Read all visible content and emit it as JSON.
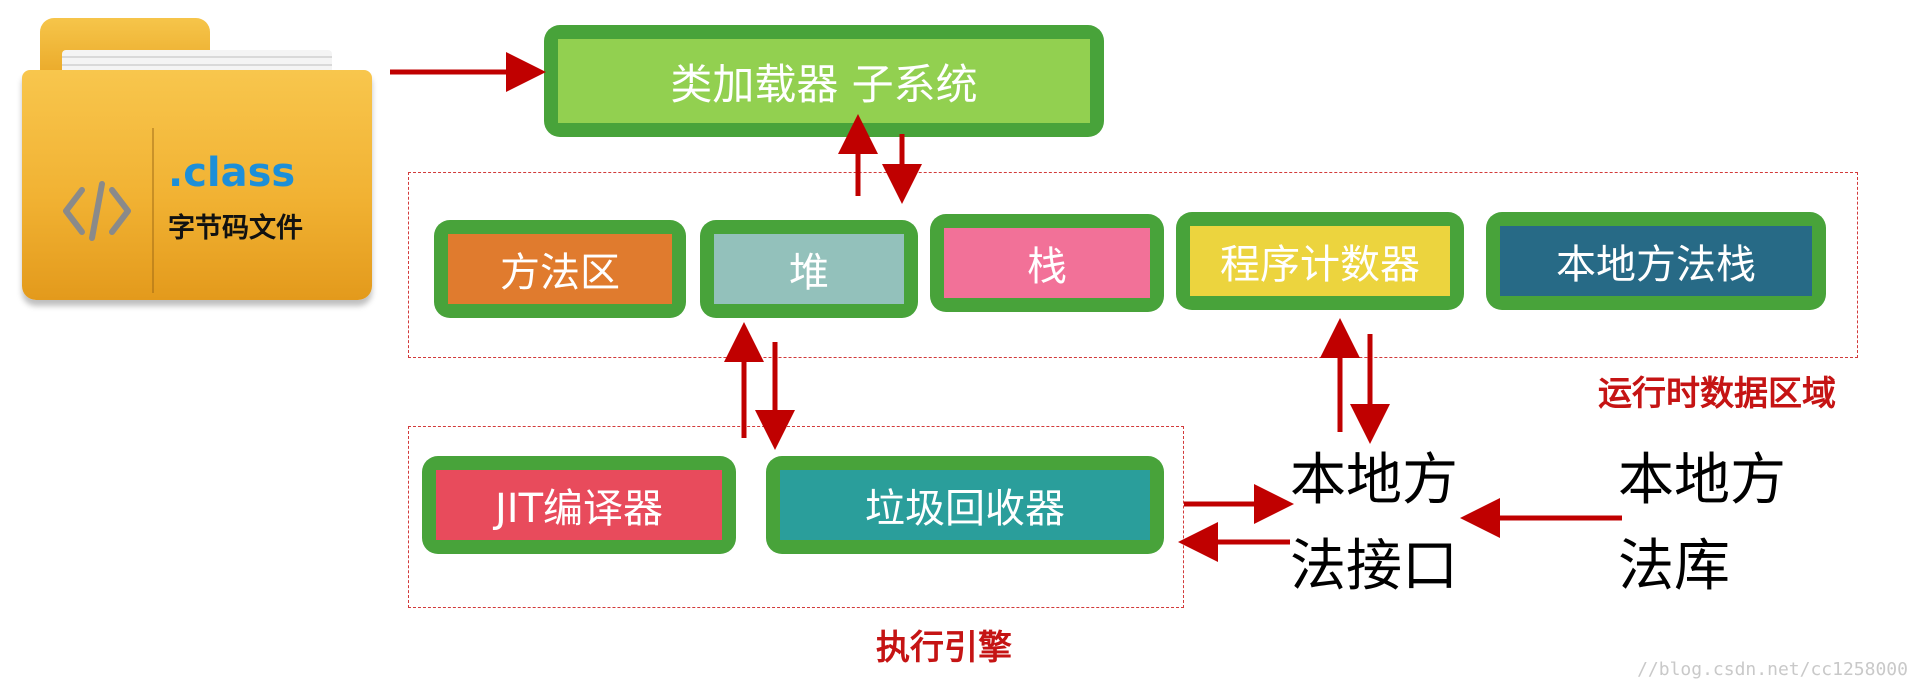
{
  "folder": {
    "ext_label": ".class",
    "sub_label": "字节码文件",
    "icon": "code-brackets-icon"
  },
  "class_loader": {
    "label": "类加载器 子系统",
    "color": "#92d050"
  },
  "runtime_area": {
    "label": "运行时数据区域",
    "boxes": [
      {
        "label": "方法区",
        "color": "#e07b2e"
      },
      {
        "label": "堆",
        "color": "#93c1bb"
      },
      {
        "label": "栈",
        "color": "#f27198"
      },
      {
        "label": "程序计数器",
        "color": "#ecd43e"
      },
      {
        "label": "本地方法栈",
        "color": "#276a86"
      }
    ]
  },
  "execution_engine": {
    "label": "执行引擎",
    "boxes": [
      {
        "label": "JIT编译器",
        "color": "#e84b5c"
      },
      {
        "label": "垃圾回收器",
        "color": "#2a9e9b"
      }
    ]
  },
  "native_interface": {
    "label": "本地方\n法接口"
  },
  "native_library": {
    "label": "本地方\n法库"
  },
  "watermark": "//blog.csdn.net/cc1258000",
  "colors": {
    "frame_green": "#48a33a",
    "arrow_red": "#c00000",
    "dash_red": "#d23b3b"
  }
}
